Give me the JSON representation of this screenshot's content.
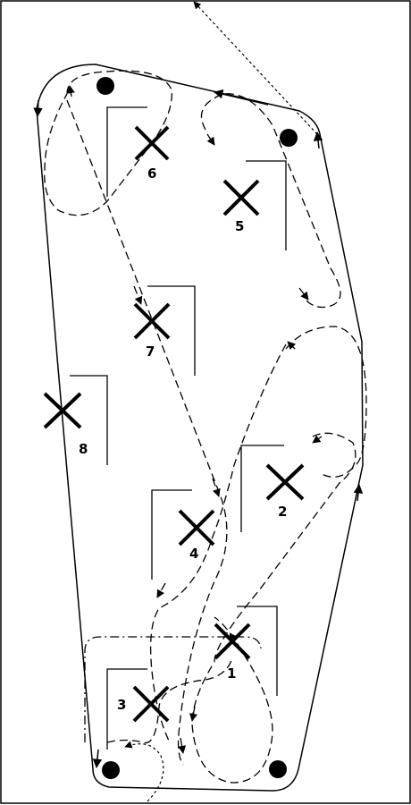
{
  "diagram": {
    "stations": [
      {
        "id": "1",
        "label": "1"
      },
      {
        "id": "2",
        "label": "2"
      },
      {
        "id": "3",
        "label": "3"
      },
      {
        "id": "4",
        "label": "4"
      },
      {
        "id": "5",
        "label": "5"
      },
      {
        "id": "6",
        "label": "6"
      },
      {
        "id": "7",
        "label": "7"
      },
      {
        "id": "8",
        "label": "8"
      }
    ],
    "posts": 4,
    "colors": {
      "ink": "#000000",
      "background": "#ffffff"
    }
  }
}
